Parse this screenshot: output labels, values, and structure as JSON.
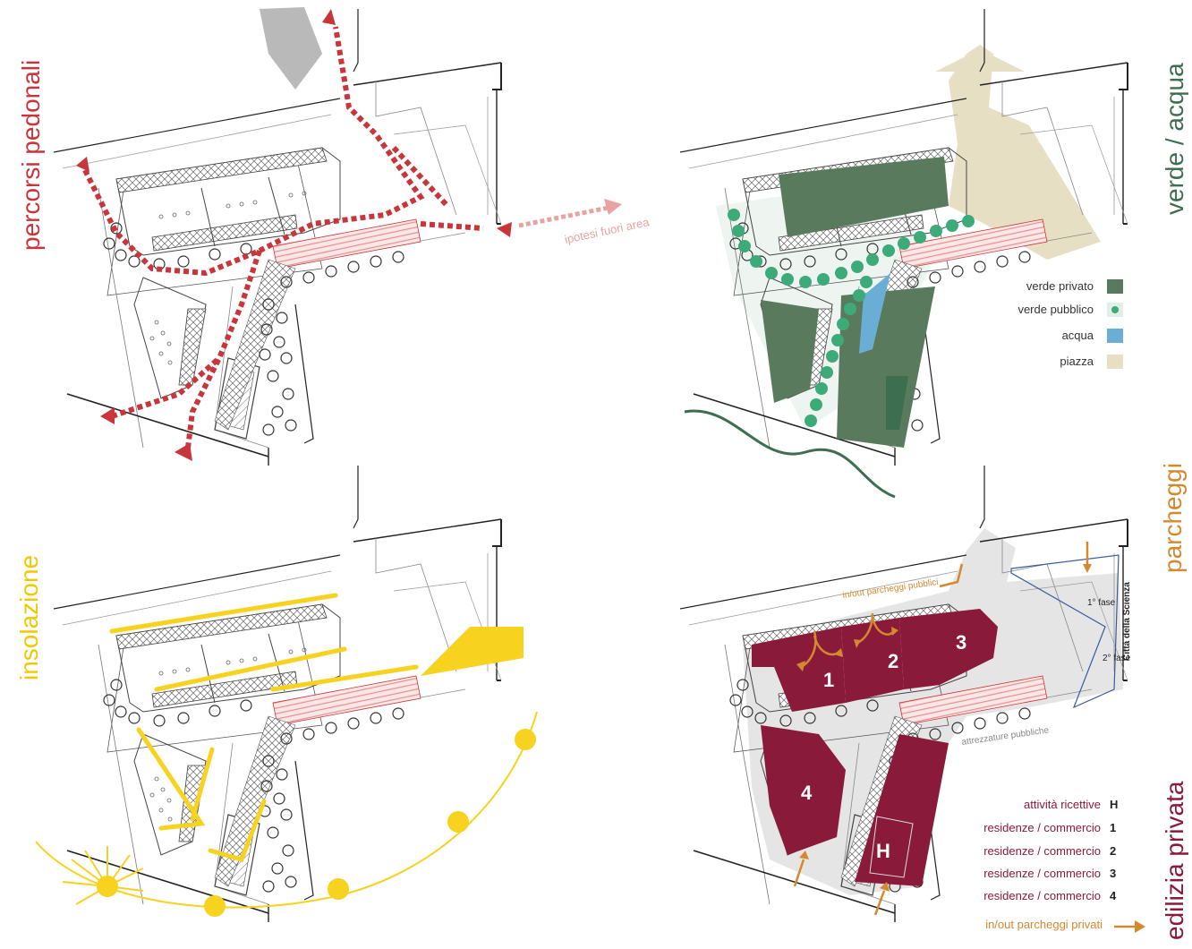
{
  "panels": {
    "pedonali": {
      "title": "percorsi pedonali",
      "title_color": "#c8353a",
      "annotation": "ipotesi fuori area",
      "annotation_color": "#e8a3a0",
      "path_color": "#c8353a"
    },
    "verde": {
      "title": "verde / acqua",
      "title_color": "#3c6e4f",
      "legend": [
        {
          "label": "verde privato",
          "color": "#5a7a5e",
          "swatch": "square"
        },
        {
          "label": "verde pubblico",
          "color": "#3daa7a",
          "swatch": "dot"
        },
        {
          "label": "acqua",
          "color": "#6aaed6",
          "swatch": "square"
        },
        {
          "label": "piazza",
          "color": "#e6dfc4",
          "swatch": "square"
        }
      ]
    },
    "insolazione": {
      "title": "insolazione",
      "title_color": "#f2c800",
      "sun_color": "#f7d21e"
    },
    "parcheggi": {
      "title": "parcheggi",
      "title_color": "#d4892f",
      "annotation_public": "in/out parcheggi pubblici",
      "annotation_facilities": "attrezzature pubbliche",
      "phase_1": "1° fase",
      "phase_2": "2° fase",
      "citta": "Città della Scienza",
      "block_labels": [
        "1",
        "2",
        "3",
        "4",
        "H"
      ]
    },
    "edilizia": {
      "title": "edilizia privata",
      "title_color": "#8a1a3a",
      "legend": [
        {
          "label": "attività ricettive",
          "code": "H"
        },
        {
          "label": "residenze / commercio",
          "code": "1"
        },
        {
          "label": "residenze / commercio",
          "code": "2"
        },
        {
          "label": "residenze / commercio",
          "code": "3"
        },
        {
          "label": "residenze / commercio",
          "code": "4"
        }
      ],
      "parking_private": "in/out parcheggi privati",
      "label_color": "#8a1a3a",
      "parking_color": "#d4892f"
    }
  }
}
